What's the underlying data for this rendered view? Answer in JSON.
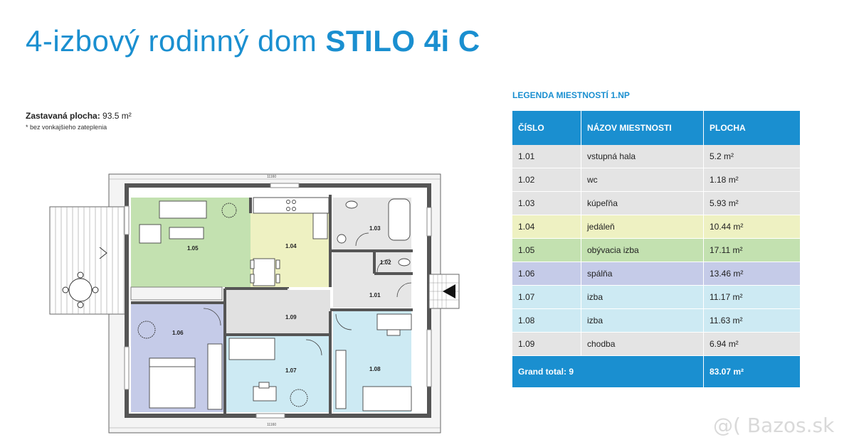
{
  "title": {
    "light": "4-izbový rodinný dom ",
    "bold": "STILO 4i C"
  },
  "area": {
    "label": "Zastavaná plocha:",
    "value": "93.5 m²",
    "note": "* bez vonkajšieho zateplenia"
  },
  "plan": {
    "dim_top": "11160",
    "dim_bottom": "11160",
    "rooms": {
      "r105": "1.05",
      "r104": "1.04",
      "r103": "1.03",
      "r102": "1.02",
      "r101": "1.01",
      "r109": "1.09",
      "r106": "1.06",
      "r107": "1.07",
      "r108": "1.08"
    }
  },
  "legend": {
    "title": "LEGENDA MIESTNOSTÍ 1.NP",
    "headers": [
      "ČÍSLO",
      "NÁZOV MIESTNOSTI",
      "PLOCHA"
    ],
    "rows": [
      {
        "num": "1.01",
        "name": "vstupná hala",
        "area": "5.2 m²",
        "color": "#e4e4e4"
      },
      {
        "num": "1.02",
        "name": "wc",
        "area": "1.18 m²",
        "color": "#e4e4e4"
      },
      {
        "num": "1.03",
        "name": "kúpeľňa",
        "area": "5.93 m²",
        "color": "#e4e4e4"
      },
      {
        "num": "1.04",
        "name": "jedáleň",
        "area": "10.44 m²",
        "color": "#eef1c2"
      },
      {
        "num": "1.05",
        "name": "obývacia izba",
        "area": "17.11 m²",
        "color": "#c3e1b0"
      },
      {
        "num": "1.06",
        "name": "spálňa",
        "area": "13.46 m²",
        "color": "#c5cbe8"
      },
      {
        "num": "1.07",
        "name": "izba",
        "area": "11.17 m²",
        "color": "#cdeaf3"
      },
      {
        "num": "1.08",
        "name": "izba",
        "area": "11.63 m²",
        "color": "#cdeaf3"
      },
      {
        "num": "1.09",
        "name": "chodba",
        "area": "6.94 m²",
        "color": "#e4e4e4"
      }
    ],
    "total": {
      "label": "Grand total: 9",
      "area": "83.07 m²"
    }
  },
  "watermark": "@( Bazos.sk",
  "colors": {
    "accent": "#1a8fd0",
    "wall": "#555555"
  }
}
